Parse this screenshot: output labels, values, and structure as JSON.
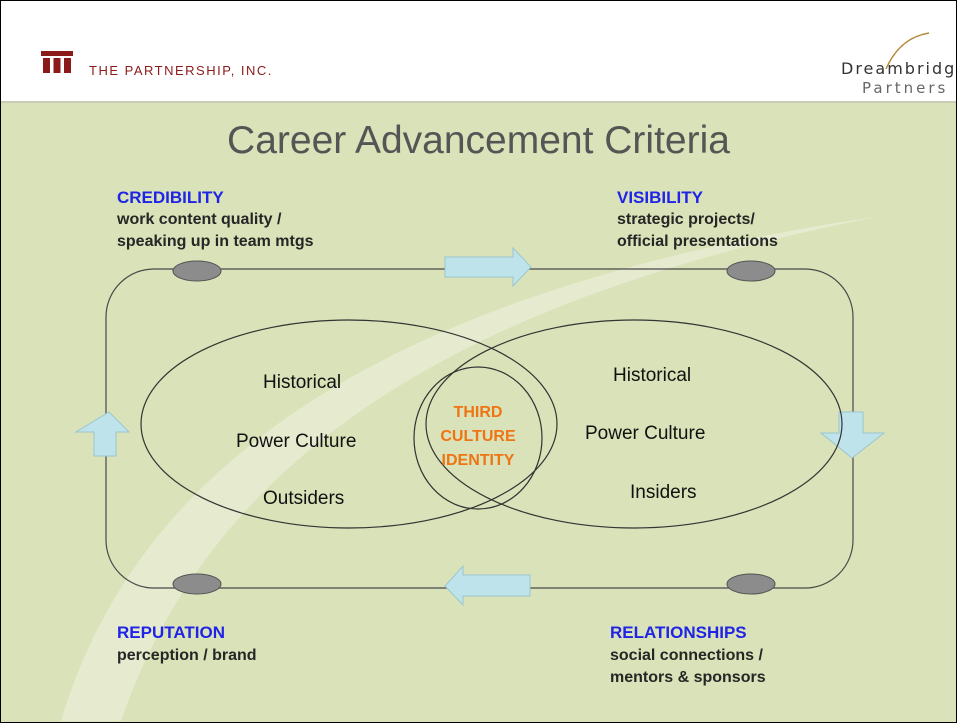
{
  "header": {
    "left_company": "THE PARTNERSHIP, INC.",
    "right_company": "Dreambridge",
    "right_company_sub": "Partners",
    "colors": {
      "maroon": "#8b1a1a"
    }
  },
  "title": "Career Advancement Criteria",
  "corners": {
    "credibility": {
      "title": "CREDIBILITY",
      "line1": "work content quality /",
      "line2": "speaking up in team mtgs"
    },
    "visibility": {
      "title": "VISIBILITY",
      "line1": "strategic projects/",
      "line2": "official presentations"
    },
    "reputation": {
      "title": "REPUTATION",
      "line1": "perception / brand"
    },
    "relationships": {
      "title": "RELATIONSHIPS",
      "line1": "social connections /",
      "line2": "mentors & sponsors"
    }
  },
  "venn": {
    "left": [
      "Historical",
      "Power Culture",
      "Outsiders"
    ],
    "right": [
      "Historical",
      "Power Culture",
      "Insiders"
    ],
    "center": [
      "THIRD",
      "CULTURE",
      "IDENTITY"
    ]
  },
  "colors": {
    "heading_blue": "#1f24e6",
    "orange": "#ef7514",
    "background": "#d9e2b8",
    "arrow_fill": "#bfe3ea"
  }
}
